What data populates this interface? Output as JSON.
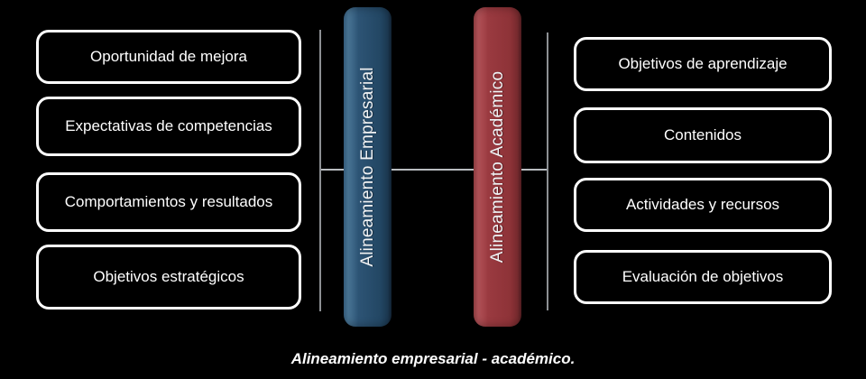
{
  "figure": {
    "caption": "Alineamiento empresarial - académico."
  },
  "left_column": {
    "heading": "Alineamiento Empresarial",
    "items": [
      {
        "label": "Oportunidad de mejora"
      },
      {
        "label": "Expectativas de competencias"
      },
      {
        "label": "Comportamientos y resultados"
      },
      {
        "label": "Objetivos estratégicos"
      }
    ]
  },
  "right_column": {
    "heading": "Alineamiento Académico",
    "items": [
      {
        "label": "Objetivos de aprendizaje"
      },
      {
        "label": "Contenidos"
      },
      {
        "label": "Actividades y recursos"
      },
      {
        "label": "Evaluación de objetivos"
      }
    ]
  },
  "pillars": [
    {
      "name": "empresarial",
      "label": "Alineamiento Empresarial",
      "color": "#2d5475"
    },
    {
      "name": "academico",
      "label": "Alineamiento Académico",
      "color": "#9a3a40"
    }
  ],
  "colors": {
    "background": "#000000",
    "box_border": "#ffffff",
    "text": "#ffffff",
    "bracket_line": "#8d9094",
    "connector_line": "#b9bcc0",
    "blue_pillar": "#2d5475",
    "red_pillar": "#9a3a40"
  }
}
